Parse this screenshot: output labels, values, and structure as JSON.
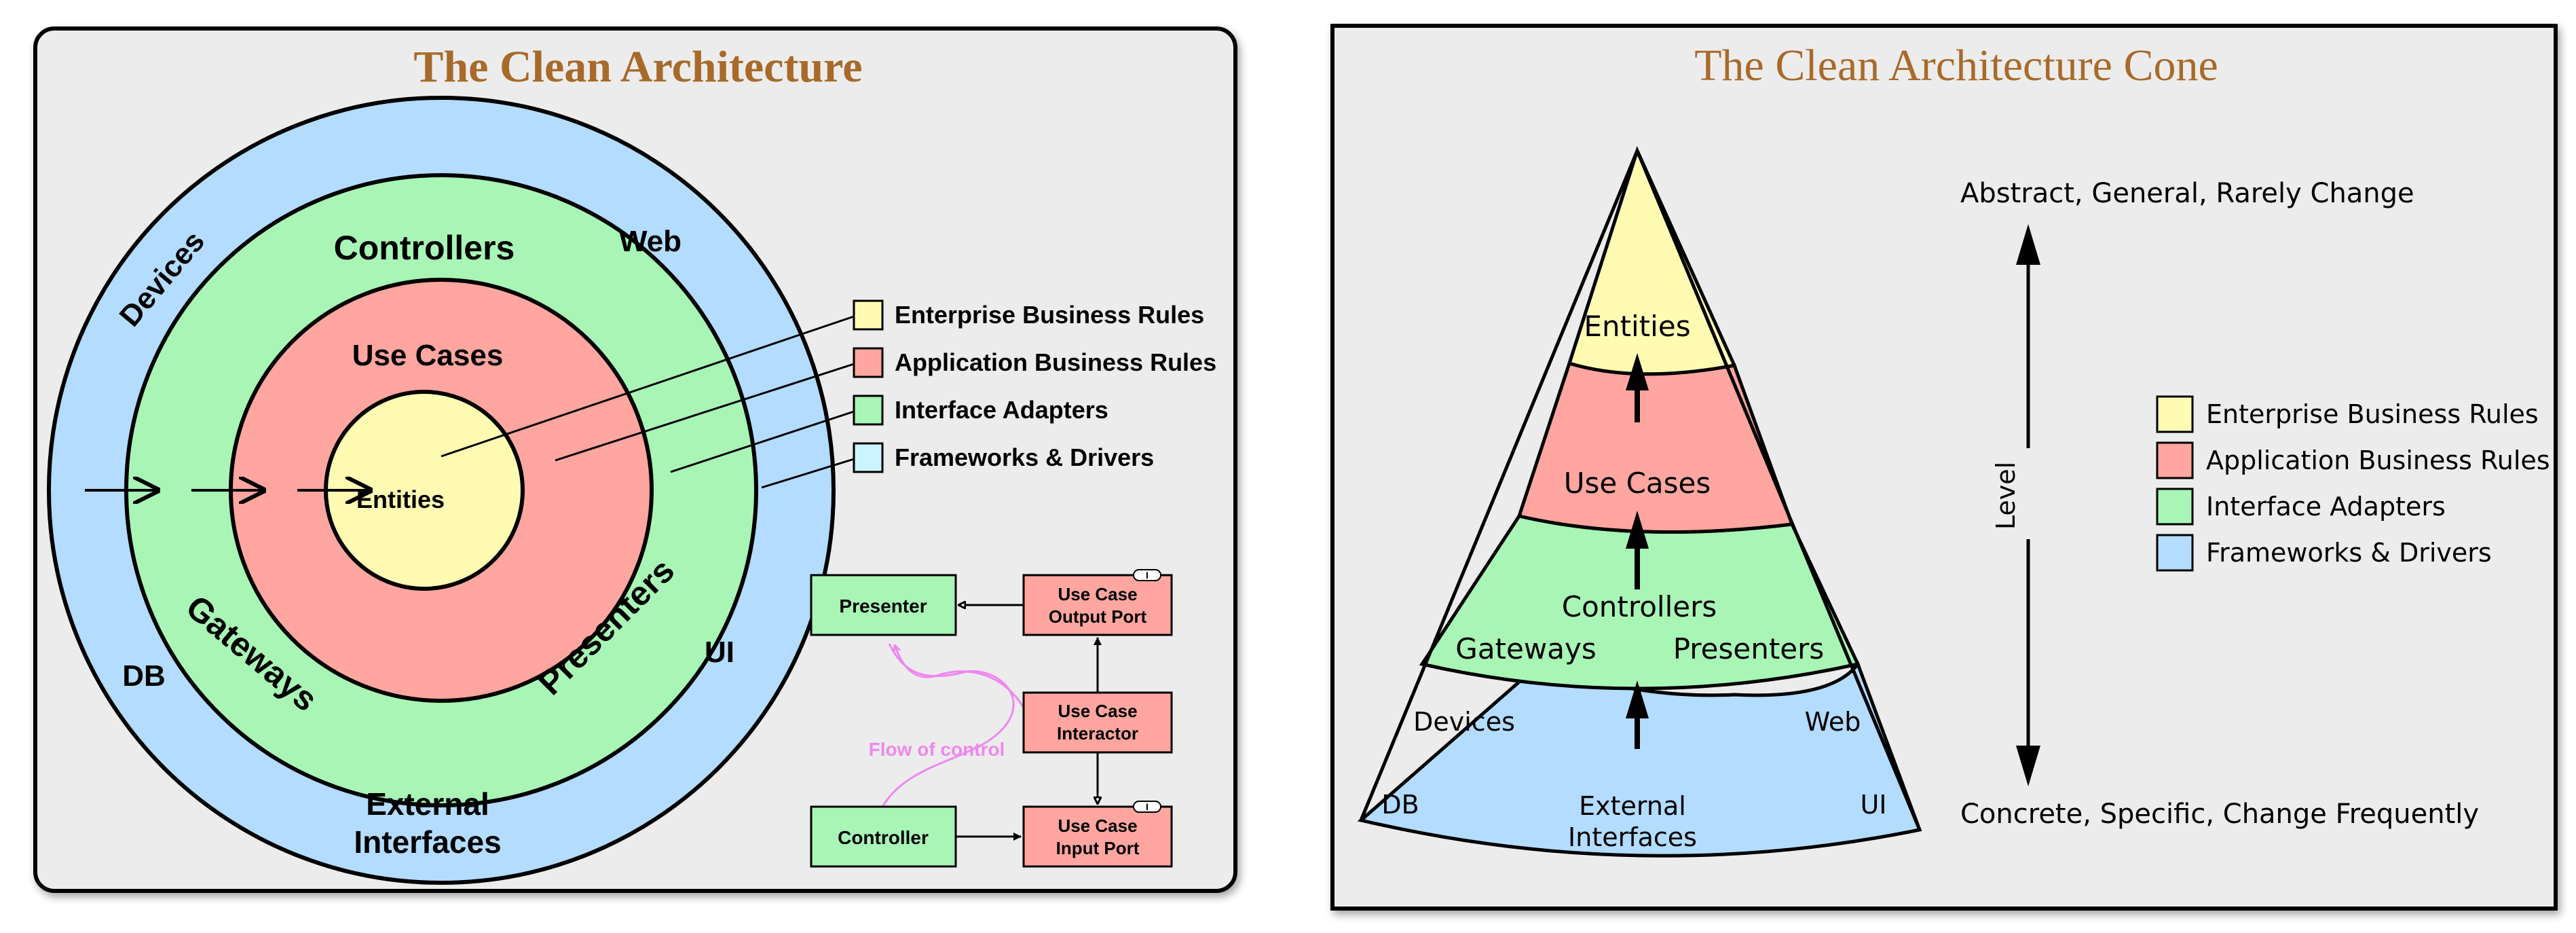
{
  "left_panel": {
    "title": "The Clean Architecture",
    "rings": {
      "outer": {
        "labels": {
          "devices": "Devices",
          "web": "Web",
          "db": "DB",
          "ui": "UI",
          "external": [
            "External",
            "Interfaces"
          ]
        }
      },
      "adapters": {
        "labels": {
          "controllers": "Controllers",
          "gateways": "Gateways",
          "presenters": "Presenters"
        }
      },
      "use_cases": {
        "label": "Use Cases"
      },
      "entities": {
        "label": "Entities"
      }
    },
    "legend": [
      {
        "label": "Enterprise Business Rules",
        "color": "#fffbb3"
      },
      {
        "label": "Application Business Rules",
        "color": "#ffa6a0"
      },
      {
        "label": "Interface Adapters",
        "color": "#a8f5b6"
      },
      {
        "label": "Frameworks & Drivers",
        "color": "#ccf4ff"
      }
    ],
    "flow": {
      "presenter": "Presenter",
      "controller": "Controller",
      "output_port": [
        "Use Case",
        "Output Port"
      ],
      "interactor": [
        "Use Case",
        "Interactor"
      ],
      "input_port": [
        "Use Case",
        "Input Port"
      ],
      "interface_marker": "I",
      "flow_label": "Flow of control"
    }
  },
  "right_panel": {
    "title": "The Clean Architecture Cone",
    "layers": {
      "entities": "Entities",
      "use_cases": "Use Cases",
      "controllers": "Controllers",
      "gateways": "Gateways",
      "presenters": "Presenters",
      "devices": "Devices",
      "web": "Web",
      "db": "DB",
      "ui": "UI",
      "external": [
        "External",
        "Interfaces"
      ]
    },
    "level": {
      "top": "Abstract, General, Rarely Change",
      "bottom": "Concrete, Specific, Change Frequently",
      "axis_label": "Level"
    },
    "legend": [
      {
        "label": "Enterprise Business Rules",
        "color": "#fffbb3"
      },
      {
        "label": "Application Business Rules",
        "color": "#ffa6a0"
      },
      {
        "label": "Interface Adapters",
        "color": "#a8f5b6"
      },
      {
        "label": "Frameworks & Drivers",
        "color": "#b3dcff"
      }
    ]
  },
  "colors": {
    "title": "#a86a2a",
    "panel_bg": "#ececec",
    "outer_ring": "#b3dcff",
    "adapters_ring": "#a8f5b6",
    "use_cases_ring": "#ffa6a0",
    "entities": "#fffbb3",
    "flow_pink": "#ee88ee"
  }
}
